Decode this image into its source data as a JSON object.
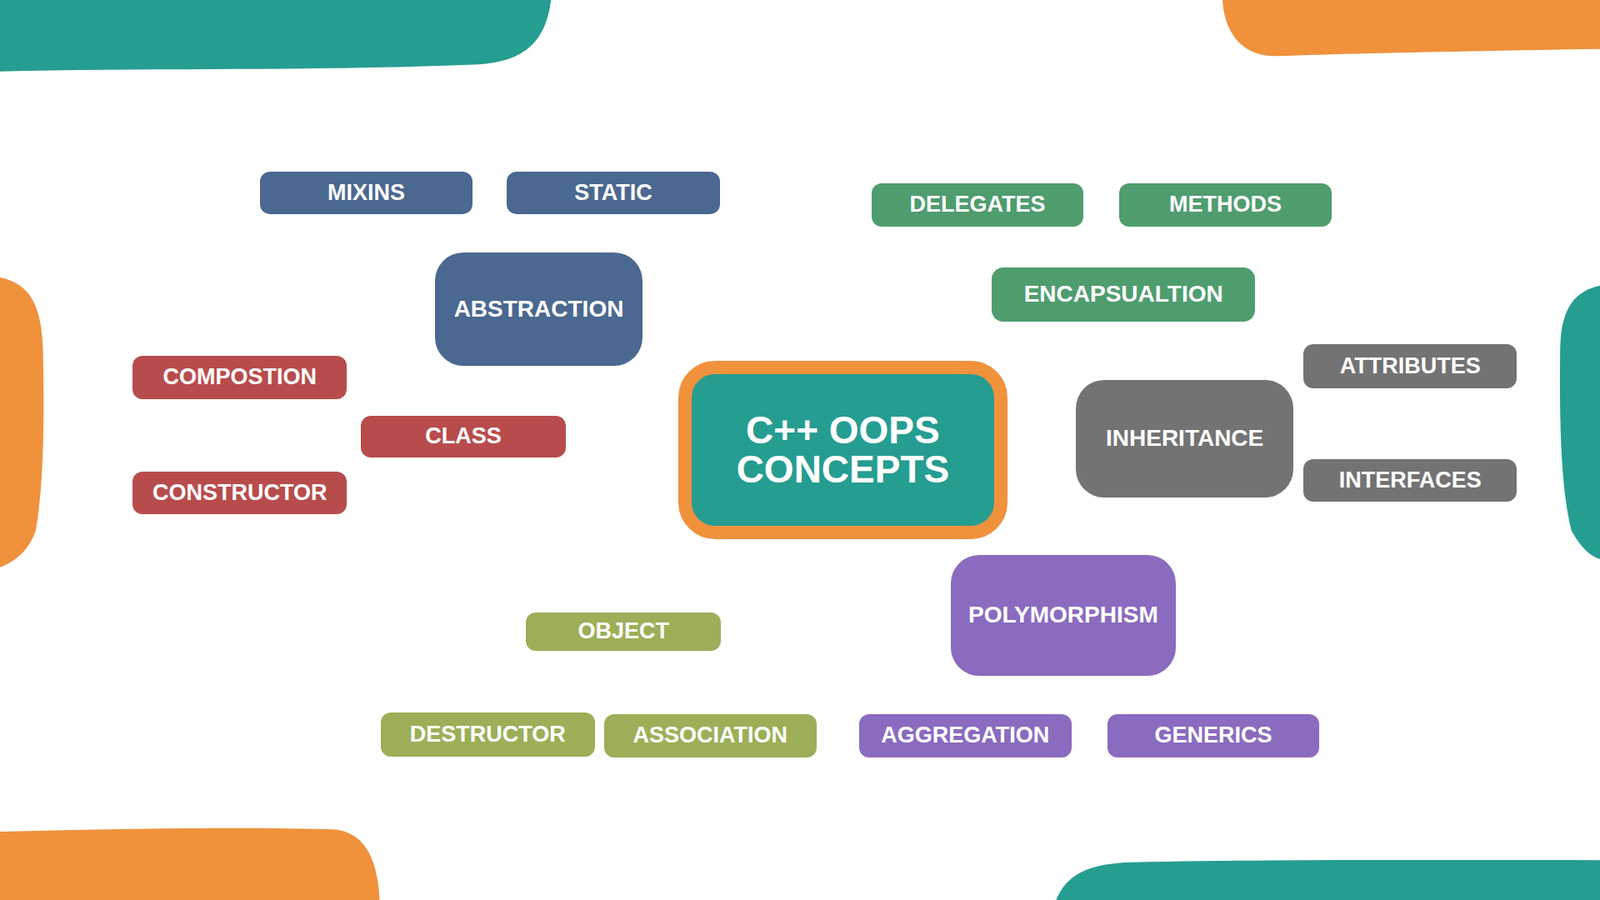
{
  "diagram": {
    "nodes": [
      {
        "text": [
          "MIXINS"
        ]
      },
      {
        "text": [
          "STATIC"
        ]
      },
      {
        "text": [
          "DELEGATES"
        ]
      },
      {
        "text": [
          "METHODS"
        ]
      },
      {
        "text": [
          "ABSTRACTION"
        ]
      },
      {
        "text": [
          "ENCAPSUALTION"
        ]
      },
      {
        "text": [
          "ATTRIBUTES"
        ]
      },
      {
        "text": [
          "COMPOSTION"
        ]
      },
      {
        "text": [
          "C++ OOPS CONCEPTS"
        ]
      },
      {
        "text": [
          "INHERITANCE"
        ]
      },
      {
        "text": [
          "CLASS"
        ]
      },
      {
        "text": [
          "INTERFACES"
        ]
      },
      {
        "text": [
          "CONSTRUCTOR"
        ]
      },
      {
        "text": [
          "POLYMORPHISM"
        ]
      },
      {
        "text": [
          "OBJECT"
        ]
      },
      {
        "text": [
          "DESTRUCTOR"
        ]
      },
      {
        "text": [
          "ASSOCIATION"
        ]
      },
      {
        "text": [
          "AGGREGATION"
        ]
      },
      {
        "text": [
          "GENERICS"
        ]
      }
    ]
  }
}
